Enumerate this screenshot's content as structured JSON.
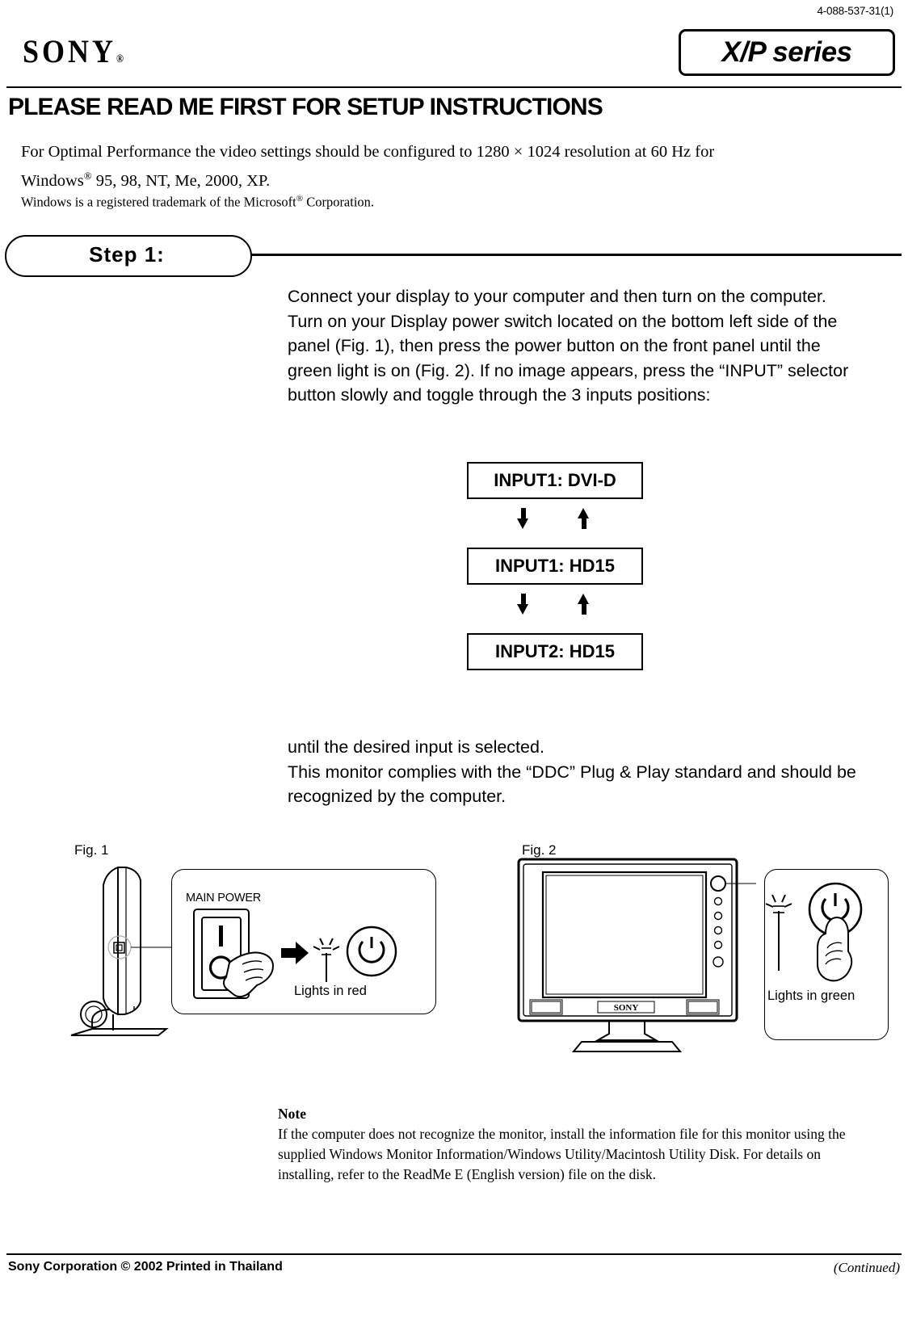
{
  "doc_number": "4-088-537-31(1)",
  "brand": "SONY",
  "series_label": "X/P series",
  "main_title": "PLEASE READ ME FIRST FOR SETUP INSTRUCTIONS",
  "intro": {
    "line1": "For Optimal Performance the video settings should be configured to 1280 × 1024 resolution at 60 Hz for",
    "line2_pre": "Windows",
    "line2_sup": "®",
    "line2_post": " 95, 98, NT, Me, 2000, XP.",
    "trademark_pre": "Windows is a registered trademark of the Microsoft",
    "trademark_sup": "®",
    "trademark_post": " Corporation."
  },
  "step": {
    "label": "Step 1:"
  },
  "instructions": {
    "paragraph1": "Connect your display to your computer and then turn on the computer. Turn on your Display power switch located on the bottom left side of the panel (Fig. 1), then press the power button on the front panel until the green light is on (Fig. 2). If no image appears, press the “INPUT” selector button slowly and toggle through the 3 inputs positions:",
    "paragraph2": "until the desired input is selected.\nThis monitor complies with the “DDC” Plug & Play standard and should be recognized by the computer."
  },
  "input_boxes": [
    {
      "label": "INPUT1: DVI-D"
    },
    {
      "label": "INPUT1: HD15"
    },
    {
      "label": "INPUT2: HD15"
    }
  ],
  "figures": {
    "fig1": {
      "caption": "Fig. 1",
      "main_power_label": "MAIN POWER",
      "lights_label": "Lights in red"
    },
    "fig2": {
      "caption": "Fig. 2",
      "monitor_brand": "SONY",
      "lights_label": "Lights in green"
    }
  },
  "note": {
    "heading": "Note",
    "body": "If the computer does not recognize the monitor, install the information file for this monitor using the supplied Windows Monitor Information/Windows Utility/Macintosh Utility Disk. For details on installing, refer to the ReadMe E (English version) file on the disk."
  },
  "footer": {
    "left": "Sony Corporation © 2002 Printed in Thailand",
    "right": "(Continued)"
  }
}
